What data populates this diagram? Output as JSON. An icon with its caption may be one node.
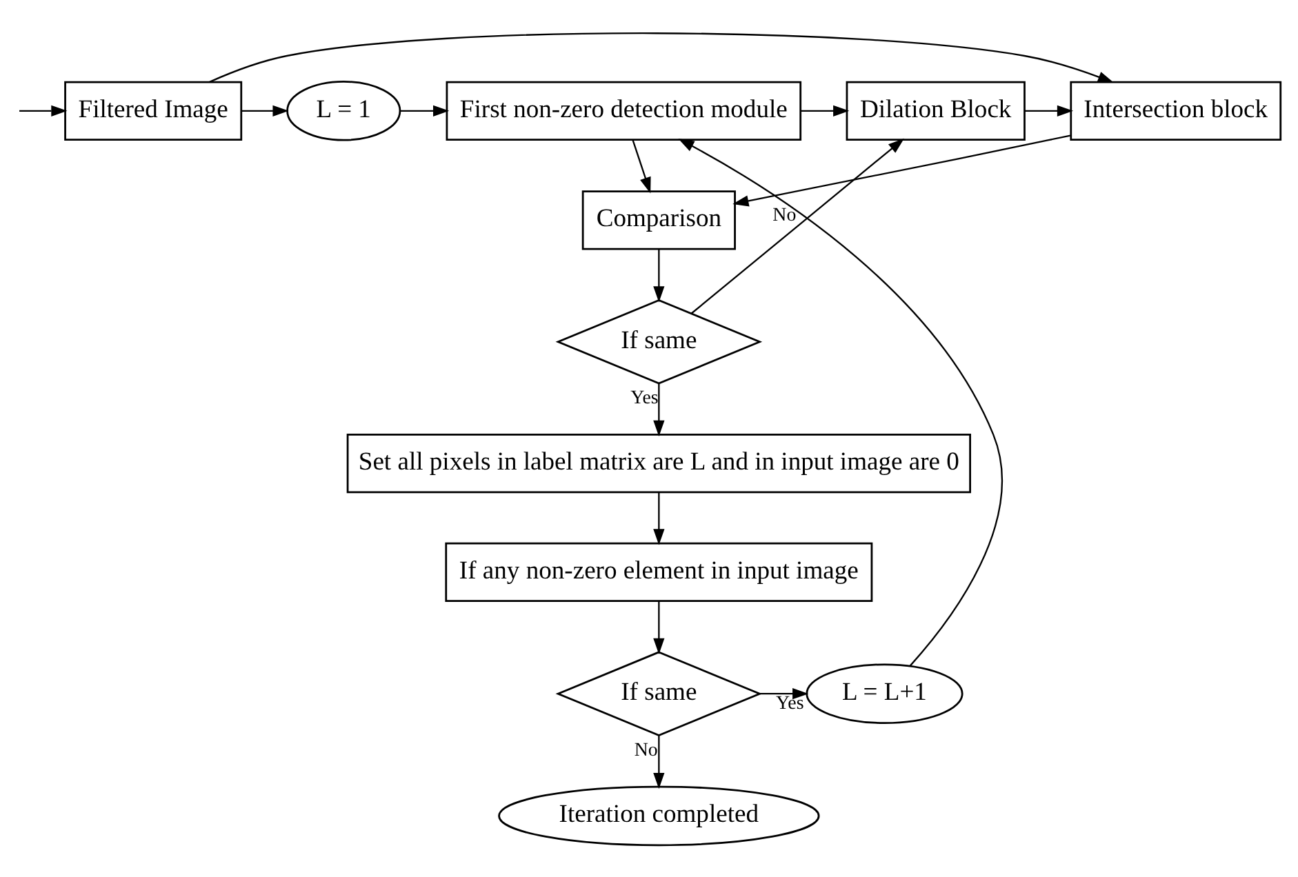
{
  "diagram": {
    "nodes": [
      {
        "text": [
          "Filtered Image"
        ]
      },
      {
        "text": [
          "L = 1"
        ]
      },
      {
        "text": [
          "First non-zero detection module"
        ]
      },
      {
        "text": [
          "Dilation Block"
        ]
      },
      {
        "text": [
          "Intersection block"
        ]
      },
      {
        "text": [
          "Comparison"
        ]
      },
      {
        "text": [
          "If same"
        ]
      },
      {
        "text": [
          "Set all pixels in label matrix are L and in input image are 0"
        ]
      },
      {
        "text": [
          "If any non-zero element in input image"
        ]
      },
      {
        "text": [
          "If same"
        ]
      },
      {
        "text": [
          "L = L+1"
        ]
      },
      {
        "text": [
          "Iteration completed"
        ]
      }
    ],
    "edges": [
      {
        "from": null,
        "to": 0,
        "arrow": "to"
      },
      {
        "from": 0,
        "to": 1,
        "arrow": "to"
      },
      {
        "from": 0,
        "to": 4,
        "arrow": "to"
      },
      {
        "from": 1,
        "to": 2,
        "arrow": "to"
      },
      {
        "from": 2,
        "to": 3,
        "arrow": "to"
      },
      {
        "from": 3,
        "to": 4,
        "arrow": "to"
      },
      {
        "from": 2,
        "to": 5,
        "arrow": "to"
      },
      {
        "from": 4,
        "to": 5,
        "arrow": "to"
      },
      {
        "from": 5,
        "to": 6,
        "arrow": "to"
      },
      {
        "from": 6,
        "to": 3,
        "arrow": "to",
        "label": "No"
      },
      {
        "from": 6,
        "to": 7,
        "arrow": "to",
        "label": "Yes"
      },
      {
        "from": 7,
        "to": 8,
        "arrow": "to"
      },
      {
        "from": 8,
        "to": 9,
        "arrow": "to"
      },
      {
        "from": 9,
        "to": 10,
        "arrow": "to",
        "label": "Yes"
      },
      {
        "from": 10,
        "to": 2,
        "arrow": "to"
      },
      {
        "from": 9,
        "to": 11,
        "arrow": "to",
        "label": "No"
      }
    ]
  }
}
